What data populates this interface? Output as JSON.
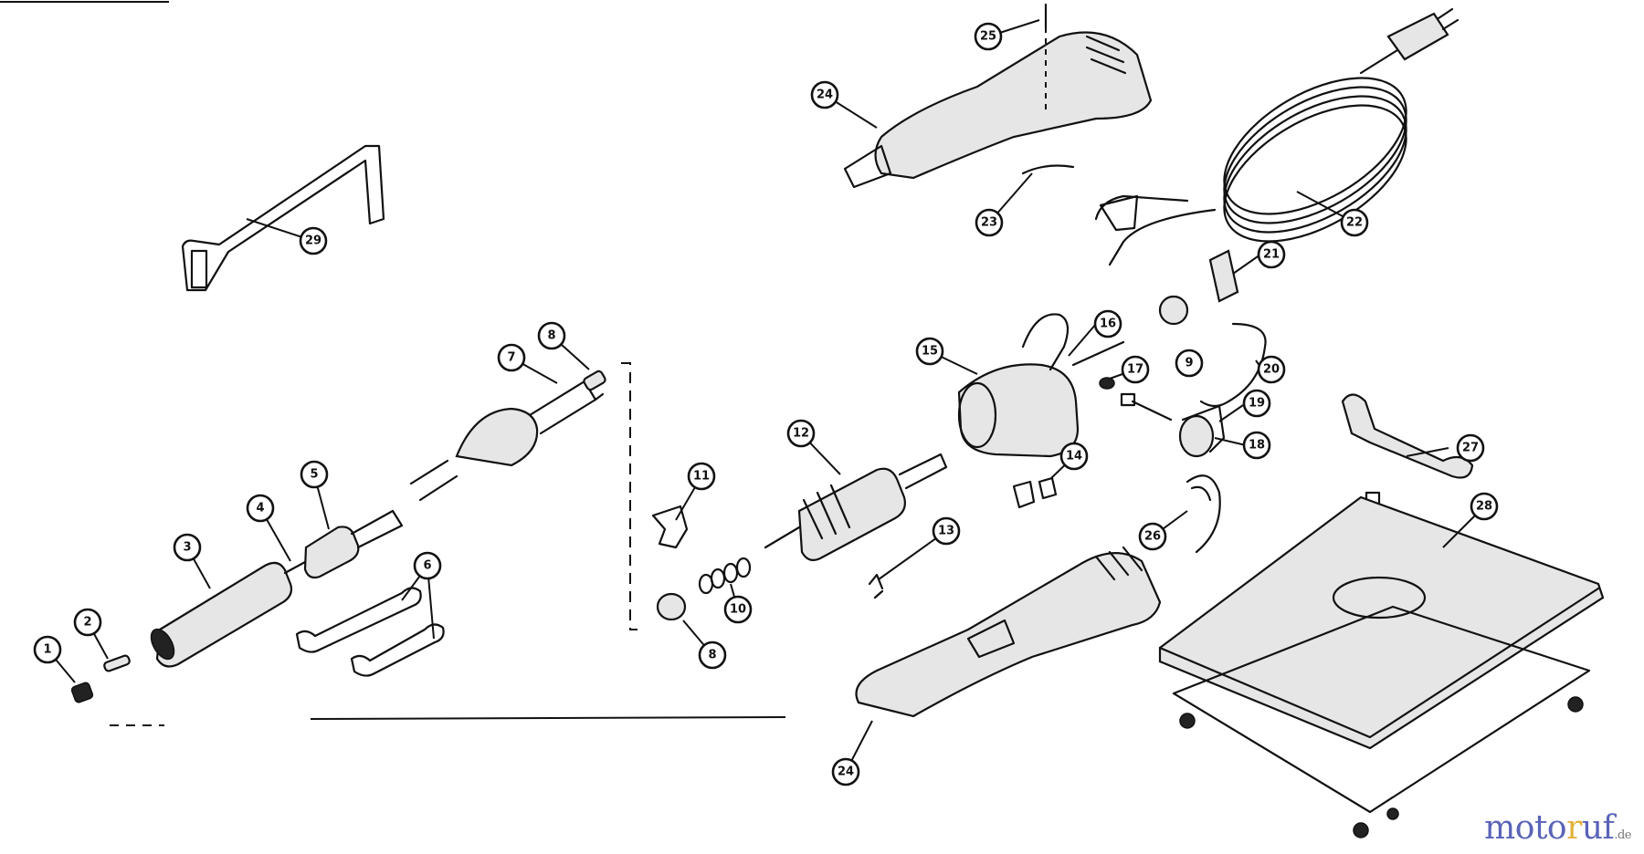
{
  "callouts": [
    {
      "id": "c1",
      "label": "1"
    },
    {
      "id": "c2",
      "label": "2"
    },
    {
      "id": "c3",
      "label": "3"
    },
    {
      "id": "c4",
      "label": "4"
    },
    {
      "id": "c5",
      "label": "5"
    },
    {
      "id": "c6",
      "label": "6"
    },
    {
      "id": "c7",
      "label": "7"
    },
    {
      "id": "c8",
      "label": "8"
    },
    {
      "id": "c9",
      "label": "8"
    },
    {
      "id": "c10",
      "label": "9"
    },
    {
      "id": "c11",
      "label": "10"
    },
    {
      "id": "c12",
      "label": "11"
    },
    {
      "id": "c13",
      "label": "12"
    },
    {
      "id": "c14",
      "label": "13"
    },
    {
      "id": "c15",
      "label": "14"
    },
    {
      "id": "c16",
      "label": "15"
    },
    {
      "id": "c17",
      "label": "16"
    },
    {
      "id": "c18",
      "label": "17"
    },
    {
      "id": "c19",
      "label": "18"
    },
    {
      "id": "c20",
      "label": "19"
    },
    {
      "id": "c21",
      "label": "20"
    },
    {
      "id": "c22",
      "label": "21"
    },
    {
      "id": "c23",
      "label": "22"
    },
    {
      "id": "c24",
      "label": "23"
    },
    {
      "id": "c25",
      "label": "24"
    },
    {
      "id": "c26",
      "label": "24"
    },
    {
      "id": "c27",
      "label": "25"
    },
    {
      "id": "c28",
      "label": "26"
    },
    {
      "id": "c29",
      "label": "27"
    },
    {
      "id": "c30",
      "label": "28"
    },
    {
      "id": "c31",
      "label": "29"
    }
  ],
  "watermark": {
    "part1": "moto",
    "part2": "r",
    "part3": "uf",
    "suffix": ".de"
  }
}
